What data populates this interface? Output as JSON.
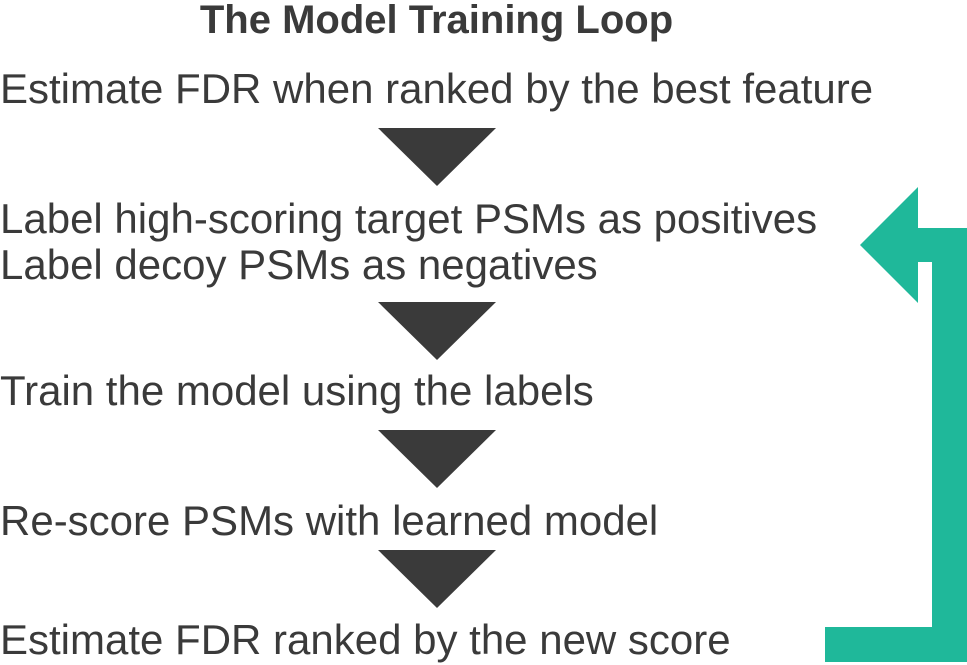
{
  "title": "The Model Training Loop",
  "steps": [
    {
      "lines": [
        "Estimate FDR when ranked by the best feature"
      ]
    },
    {
      "lines": [
        "Label high-scoring target PSMs as positives",
        "Label decoy PSMs as negatives"
      ]
    },
    {
      "lines": [
        "Train the model using the labels"
      ]
    },
    {
      "lines": [
        "Re-score PSMs with learned model"
      ]
    },
    {
      "lines": [
        "Estimate FDR ranked by the new score"
      ]
    }
  ],
  "colors": {
    "text": "#3a3a3a",
    "arrow": "#3a3a3a",
    "loop_arrow": "#1fb89a"
  },
  "icons": {
    "step_arrow": "down-triangle-arrow",
    "loop_arrow": "loop-back-arrow"
  }
}
